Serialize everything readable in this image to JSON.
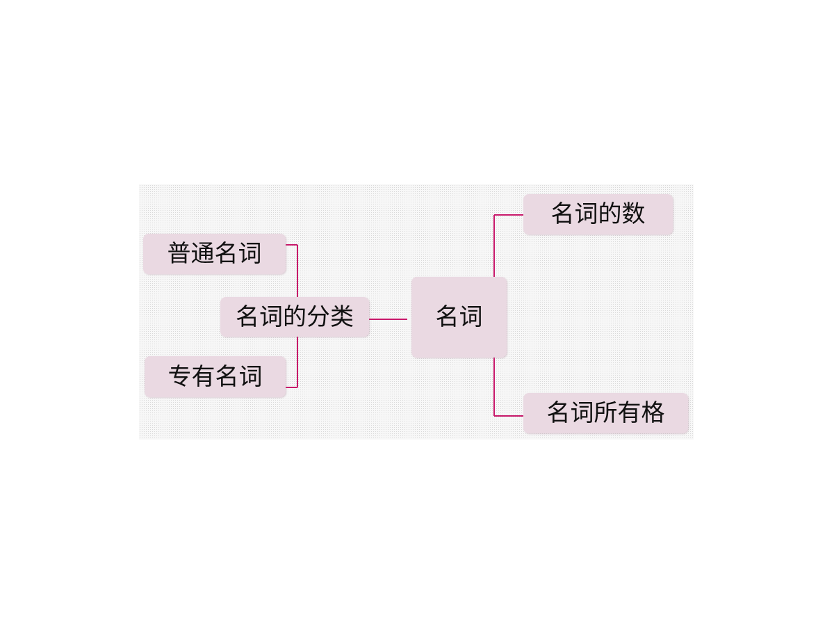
{
  "diagram": {
    "root": {
      "label": "名词"
    },
    "branches": {
      "classification": {
        "label": "名词的分类",
        "children": [
          {
            "label": "普通名词"
          },
          {
            "label": "专有名词"
          }
        ]
      },
      "number": {
        "label": "名词的数"
      },
      "possessive": {
        "label": "名词所有格"
      }
    }
  },
  "colors": {
    "node_fill": "#ead9e2",
    "connector": "#c8186a",
    "text": "#111111"
  }
}
